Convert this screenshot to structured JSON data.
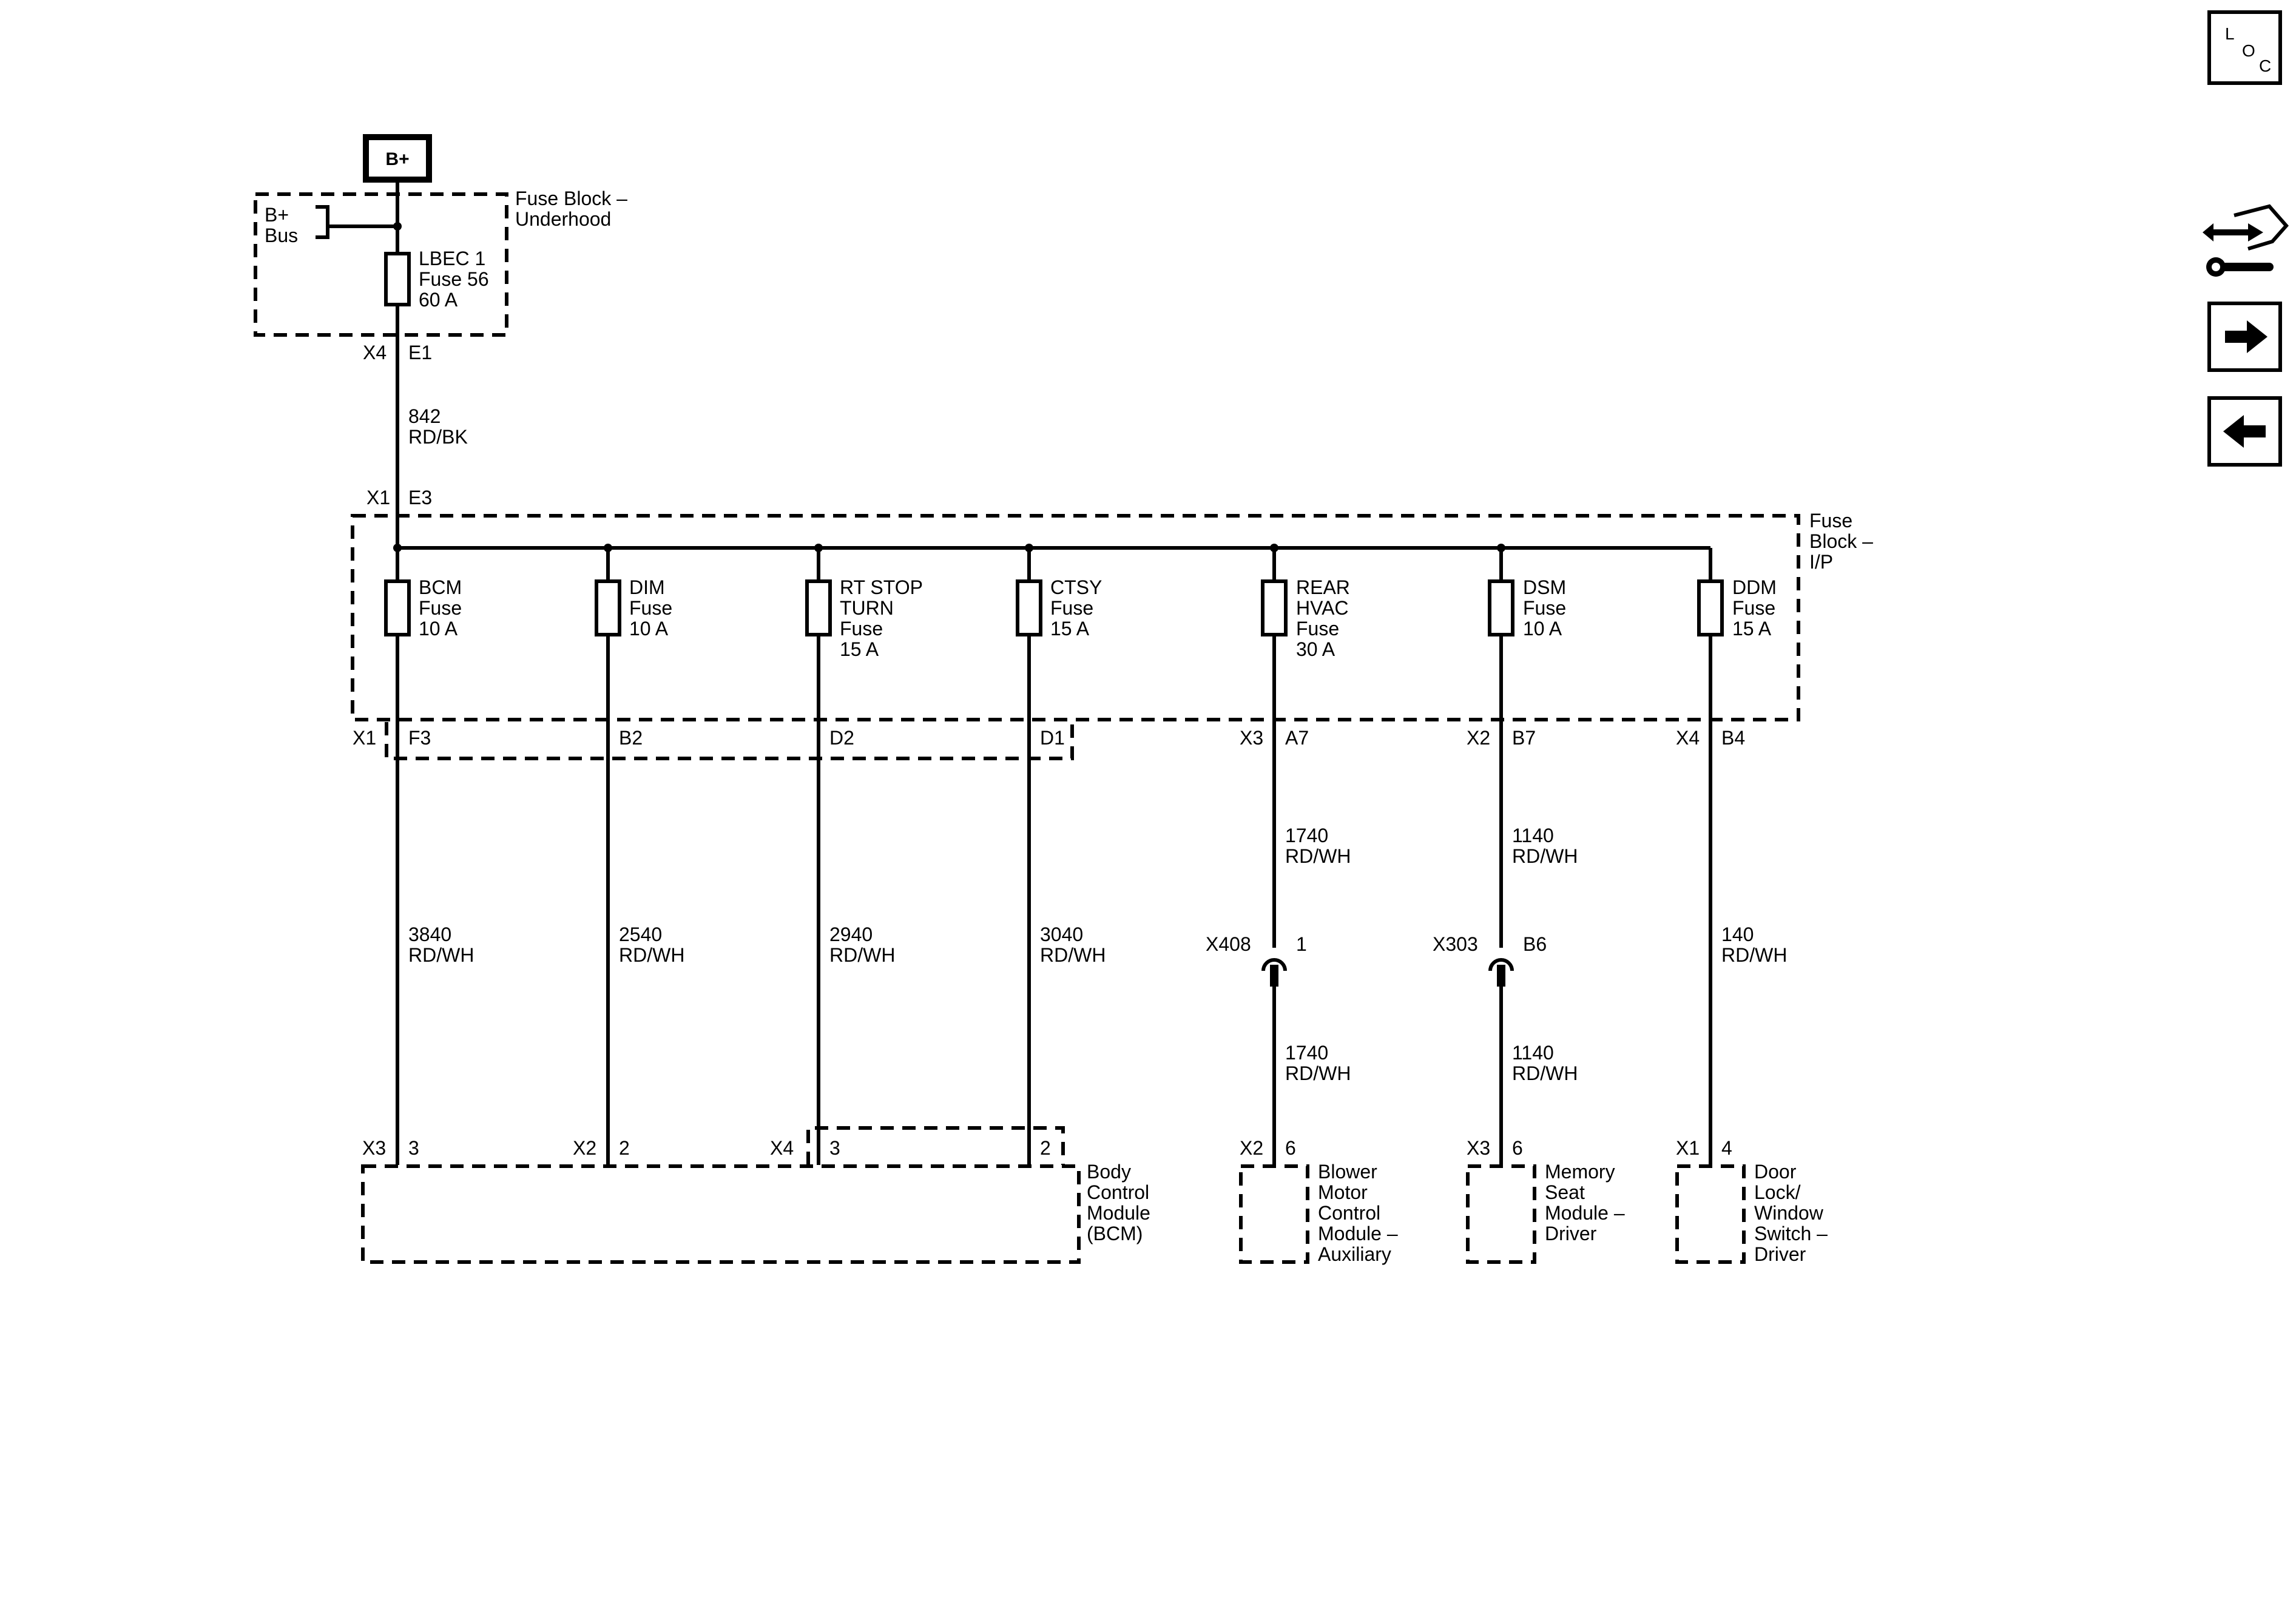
{
  "source": {
    "label": "B+",
    "bus_label": [
      "B+",
      "Bus"
    ]
  },
  "underhood_block": {
    "name": [
      "Fuse Block –",
      "Underhood"
    ],
    "fuse": [
      "LBEC 1",
      "Fuse 56",
      "60 A"
    ],
    "out_connector": "X4",
    "out_pin": "E1"
  },
  "feed_wire": [
    "842",
    "RD/BK"
  ],
  "ip_block": {
    "name": [
      "Fuse",
      "Block –",
      "I/P"
    ],
    "in_connector": "X1",
    "in_pin": "E3",
    "circuits": [
      {
        "fuse": [
          "BCM",
          "Fuse",
          "10 A"
        ],
        "connector": "X1",
        "pin": "F3",
        "wire": [
          "3840",
          "RD/WH"
        ],
        "dest_connector": "X3",
        "dest_pin": "3"
      },
      {
        "fuse": [
          "DIM",
          "Fuse",
          "10 A"
        ],
        "connector": "",
        "pin": "B2",
        "wire": [
          "2540",
          "RD/WH"
        ],
        "dest_connector": "X2",
        "dest_pin": "2"
      },
      {
        "fuse": [
          "RT STOP",
          "TURN",
          "Fuse",
          "15 A"
        ],
        "connector": "",
        "pin": "D2",
        "wire": [
          "2940",
          "RD/WH"
        ],
        "dest_connector": "X4",
        "dest_pin": "3"
      },
      {
        "fuse": [
          "CTSY",
          "Fuse",
          "15 A"
        ],
        "connector": "",
        "pin": "D1",
        "wire": [
          "3040",
          "RD/WH"
        ],
        "dest_connector": "",
        "dest_pin": "2"
      },
      {
        "fuse": [
          "REAR",
          "HVAC",
          "Fuse",
          "30 A"
        ],
        "connector": "X3",
        "pin": "A7",
        "wire_upper": [
          "1740",
          "RD/WH"
        ],
        "inline_connector": "X408",
        "inline_pin": "1",
        "wire_lower": [
          "1740",
          "RD/WH"
        ],
        "dest_connector": "X2",
        "dest_pin": "6",
        "module": [
          "Blower",
          "Motor",
          "Control",
          "Module –",
          "Auxiliary"
        ]
      },
      {
        "fuse": [
          "DSM",
          "Fuse",
          "10 A"
        ],
        "connector": "X2",
        "pin": "B7",
        "wire_upper": [
          "1140",
          "RD/WH"
        ],
        "inline_connector": "X303",
        "inline_pin": "B6",
        "wire_lower": [
          "1140",
          "RD/WH"
        ],
        "dest_connector": "X3",
        "dest_pin": "6",
        "module": [
          "Memory",
          "Seat",
          "Module –",
          "Driver"
        ]
      },
      {
        "fuse": [
          "DDM",
          "Fuse",
          "15 A"
        ],
        "connector": "X4",
        "pin": "B4",
        "wire": [
          "140",
          "RD/WH"
        ],
        "dest_connector": "X1",
        "dest_pin": "4",
        "module": [
          "Door",
          "Lock/",
          "Window",
          "Switch –",
          "Driver"
        ]
      }
    ]
  },
  "bcm_module": [
    "Body",
    "Control",
    "Module",
    "(BCM)"
  ],
  "side_icons": {
    "loc": [
      "L",
      "O",
      "C"
    ],
    "icons": [
      "component-location-icon",
      "connector-end-view-icon",
      "forward-arrow-icon",
      "back-arrow-icon"
    ]
  }
}
